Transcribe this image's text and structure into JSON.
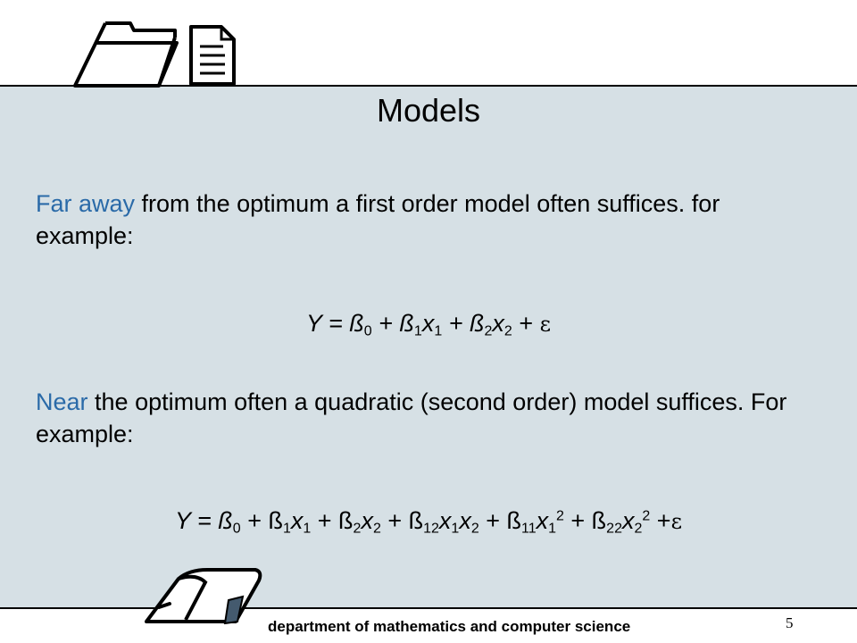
{
  "slide": {
    "title": "Models",
    "para1": {
      "highlight": "Far away",
      "rest": " from the optimum a first order model often suffices. for example:"
    },
    "eq1": {
      "lhs": "Y = ß",
      "s0": "0",
      "t1": " + ß",
      "s1": "1",
      "x1": "x",
      "s1b": "1",
      "t2": " + ß",
      "s2": "2",
      "x2": "x",
      "s2b": "2",
      "t3": " + ",
      "eps": "ε"
    },
    "para2": {
      "highlight": "Near",
      "rest": " the optimum often a quadratic (second order) model suffices. For example:"
    },
    "eq2": {
      "lhs": "Y = ß",
      "s0": "0",
      "a": " + ß",
      "s1": "1",
      "x1": "x",
      "s1b": "1",
      "b": " + ß",
      "s2": "2",
      "x2": "x",
      "s2b": "2",
      "c": " + ß",
      "s12": "12",
      "x12a": "x",
      "s12a": "1",
      "x12b": "x",
      "s12b": "2",
      "d": " +  ß",
      "s11": "11",
      "x11": "x",
      "s11b": "1",
      "p11": "2",
      "e": " +  ß",
      "s22": "22",
      "x22": "x",
      "s22b": "2",
      "p22": "2",
      "f": " +",
      "eps": "ε"
    },
    "footer": "department of mathematics and computer science",
    "page_number": "5"
  },
  "icons": [
    "folder-icon",
    "document-icon",
    "mailbox-icon"
  ],
  "colors": {
    "panel": "#d6e0e5",
    "highlight": "#2a6aa8"
  }
}
